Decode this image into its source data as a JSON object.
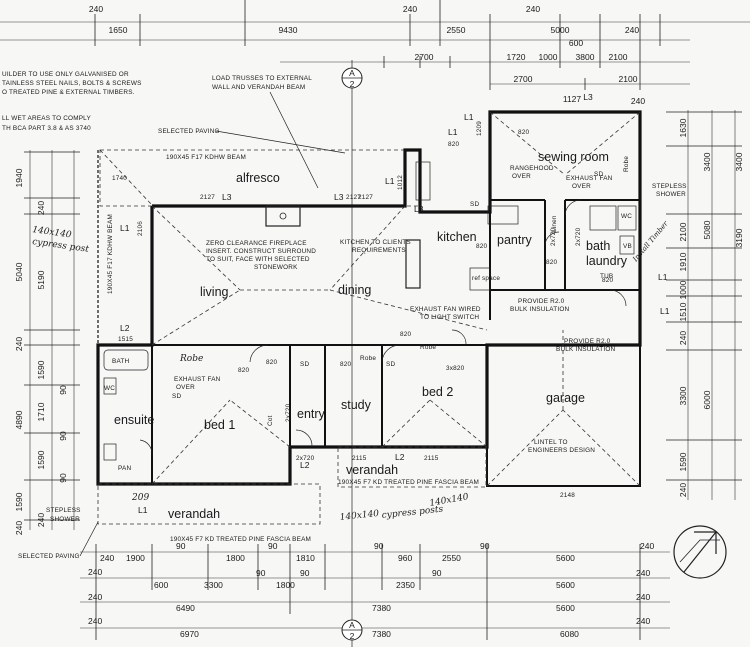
{
  "rooms": {
    "alfresco": "alfresco",
    "living": "living",
    "dining": "dining",
    "kitchen": "kitchen",
    "pantry": "pantry",
    "sewing_room": "sewing room",
    "bath_laundry_1": "bath",
    "bath_laundry_2": "laundry",
    "ensuite": "ensuite",
    "bed1": "bed 1",
    "entry": "entry",
    "study": "study",
    "bed2": "bed 2",
    "garage": "garage",
    "verandah_right": "verandah",
    "verandah_left": "verandah"
  },
  "notes": {
    "builder_1": "UILDER TO USE ONLY GALVANISED OR",
    "builder_2": "TAINLESS STEEL NAILS, BOLTS & SCREWS",
    "builder_3": "O TREATED PINE & EXTERNAL TIMBERS.",
    "wet_1": "LL WET AREAS TO COMPLY",
    "wet_2": "TH BCA PART 3.8 & AS 3740",
    "load_1": "LOAD TRUSSES TO EXTERNAL",
    "load_2": "WALL AND VERANDAH BEAM",
    "selected_paving_top": "SELECTED PAVING",
    "beam_top": "190X45 F17 KDHW BEAM",
    "fireplace_1": "ZERO CLEARANCE FIREPLACE",
    "fireplace_2": "INSERT. CONSTRUCT SURROUND",
    "fireplace_3": "TO SUIT, FACE WITH SELECTED",
    "fireplace_4": "STONEWORK",
    "kitchen_client_1": "KITCHEN TO CLIENTS",
    "kitchen_client_2": "REQUIREMENTS",
    "rangehood_1": "RANGEHOOD",
    "rangehood_2": "OVER",
    "exhaust_sewing_1": "EXHAUST FAN",
    "exhaust_sewing_2": "OVER",
    "stepless_right_1": "STEPLESS",
    "stepless_right_2": "SHOWER",
    "exhaust_light_1": "EXHAUST FAN WIRED",
    "exhaust_light_2": "TO LIGHT SWITCH",
    "insulation_1a": "PROVIDE R2.0",
    "insulation_1b": "BULK INSULATION",
    "insulation_2a": "PROVIDE R2.0",
    "insulation_2b": "BULK INSULATION",
    "exhaust_ens_1": "EXHAUST FAN",
    "exhaust_ens_2": "OVER",
    "lintel_1": "LINTEL TO",
    "lintel_2": "ENGINEERS DESIGN",
    "fascia_right": "190X45 F7 KD TREATED PINE FASCIA BEAM",
    "fascia_left": "190X45 F7 KD TREATED PINE FASCIA BEAM",
    "stepless_left_1": "STEPLESS",
    "stepless_left_2": "SHOWER",
    "selected_paving_bottom": "SELECTED PAVING",
    "left_beam": "190X45 F17 KDHW BEAM"
  },
  "handwritten": {
    "cypress_post_1": "140x140",
    "cypress_post_2": "cypress post",
    "robe_hand": "Robe",
    "post_1": "140x140",
    "post_2": "cypress posts",
    "hand_right": "140x140",
    "hand_far_right": "Install Timber",
    "hand_209": "209"
  },
  "labels": {
    "bath_small": "BATH",
    "wc_left": "WC",
    "pan": "PAN",
    "robe_bed2": "Robe",
    "robe_study": "Robe",
    "cot": "Cot",
    "ref_space": "ref space",
    "linen": "Linen",
    "robe_sewing": "Robe",
    "wc_right": "WC",
    "vb": "VB",
    "tub": "TUB",
    "sd1": "SD",
    "sd2": "SD",
    "sd3": "SD",
    "sd4": "SD",
    "sd5": "SD"
  },
  "lintels": {
    "l1_a": "L1",
    "l1_b": "L1",
    "l1_c": "L1",
    "l1_d": "L1",
    "l1_e": "L1",
    "l1_f": "L1",
    "l1_g": "L1",
    "l2_a": "L2",
    "l2_b": "L2",
    "l2_c": "L2",
    "l3_a": "L3",
    "l3_b": "L3",
    "l3_c": "L3"
  },
  "openings": {
    "o2127a": "2127",
    "o2127b": "2127",
    "o2127c": "2127",
    "o820a": "820",
    "o820b": "820",
    "o820c": "820",
    "o820d": "820",
    "o820e": "820",
    "o820f": "820",
    "o820g": "820",
    "o820h": "820",
    "o820i": "820",
    "o1012": "1012",
    "o2106": "2106",
    "o1209": "1209",
    "o1515": "1515",
    "o2115a": "2115",
    "o2115b": "2115",
    "o2x720a": "2x720",
    "o2x720b": "2x720",
    "o2x720c": "2x720",
    "o2x720d": "2x720",
    "o3x820": "3x820",
    "o2148": "2148",
    "o1740": "1740"
  },
  "dims_top": {
    "r1": [
      "1650",
      "9430",
      "2550",
      "5000",
      "2100"
    ],
    "r1b": [
      "240",
      "240",
      "240",
      "600",
      "240"
    ],
    "r2": [
      "2700",
      "1720",
      "1000",
      "3800"
    ],
    "r3": [
      "2700",
      "2100"
    ],
    "l3_top": "L3",
    "d240": "240",
    "d1127": "1127"
  },
  "dims_bottom": {
    "b1": [
      "240",
      "1900",
      "90",
      "1800",
      "90",
      "1810",
      "90",
      "960",
      "2550",
      "90",
      "5600",
      "240"
    ],
    "b2": [
      "240",
      "600",
      "3300",
      "90",
      "1800",
      "90",
      "2350",
      "90",
      "5600",
      "240"
    ],
    "b3": [
      "240",
      "6490",
      "7380",
      "5600",
      "240"
    ],
    "b4": [
      "240",
      "6970",
      "7380",
      "6080",
      "240"
    ]
  },
  "dims_left": [
    "1940",
    "240",
    "5040",
    "5190",
    "240",
    "1590",
    "90",
    "1710",
    "90",
    "4890",
    "1590",
    "90",
    "1590",
    "240",
    "240"
  ],
  "dims_right": [
    "1630",
    "3400",
    "3400",
    "5080",
    "2100",
    "1910",
    "1000",
    "1510",
    "3190",
    "240",
    "3300",
    "6000",
    "1590",
    "240"
  ],
  "section": {
    "a_top": "A",
    "n_top": "2",
    "a_bottom": "A",
    "n_bottom": "2"
  }
}
